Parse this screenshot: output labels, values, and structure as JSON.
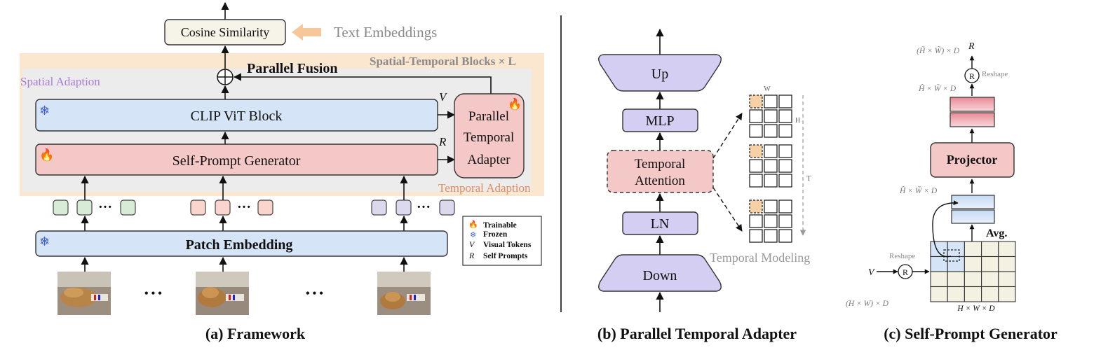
{
  "framework": {
    "cosine_similarity": "Cosine Similarity",
    "text_embeddings": "Text Embeddings",
    "spatial_temporal_blocks": "Spatial-Temporal Blocks × L",
    "parallel_fusion": "Parallel Fusion",
    "spatial_adaption": "Spatial Adaption",
    "temporal_adaption": "Temporal Adaption",
    "clip_vit_block": "CLIP ViT Block",
    "self_prompt_generator": "Self-Prompt Generator",
    "parallel_temporal_adapter": [
      "Parallel",
      "Temporal",
      "Adapter"
    ],
    "v_label": "V",
    "r_label": "R",
    "patch_embedding": "Patch Embedding",
    "ellipsis": "···",
    "big_ellipsis": "• • •",
    "legend": {
      "trainable": "Trainable",
      "frozen": "Frozen",
      "visual_tokens_sym": "V",
      "visual_tokens": "Visual Tokens",
      "self_prompts_sym": "R",
      "self_prompts": "Self Prompts"
    },
    "caption": "(a) Framework"
  },
  "pta": {
    "up": "Up",
    "mlp": "MLP",
    "temporal_attention": [
      "Temporal",
      "Attention"
    ],
    "ln": "LN",
    "down": "Down",
    "w": "W",
    "h": "H",
    "t": "T",
    "temporal_modeling": "Temporal Modeling",
    "caption": "(b) Parallel Temporal Adapter"
  },
  "spg": {
    "top_dim": "(H̃ × W̃) × D",
    "r_out": "R",
    "reshape_top": "Reshape",
    "mid_dim": "Ĥ × W̃ × D",
    "projector": "Projector",
    "lower_dim": "Ĥ × W̃ × D",
    "avg": "Avg.",
    "reshape_left": "Reshape",
    "v_in": "V",
    "r_symbol": "R",
    "hwd": "H × W × D",
    "bottom_dim": "(H × W) × D",
    "caption": "(c) Self-Prompt Generator"
  },
  "colors": {
    "blue_box": "#d6e4f7",
    "pink_box": "#f5c8c8",
    "orange_bg": "#fbe6cf",
    "gray_bg": "#eeeeee",
    "purple_box": "#d4cef2",
    "cream": "#f4f1e2",
    "purple_text": "#a97cd6",
    "orange_text": "#e8895a"
  }
}
